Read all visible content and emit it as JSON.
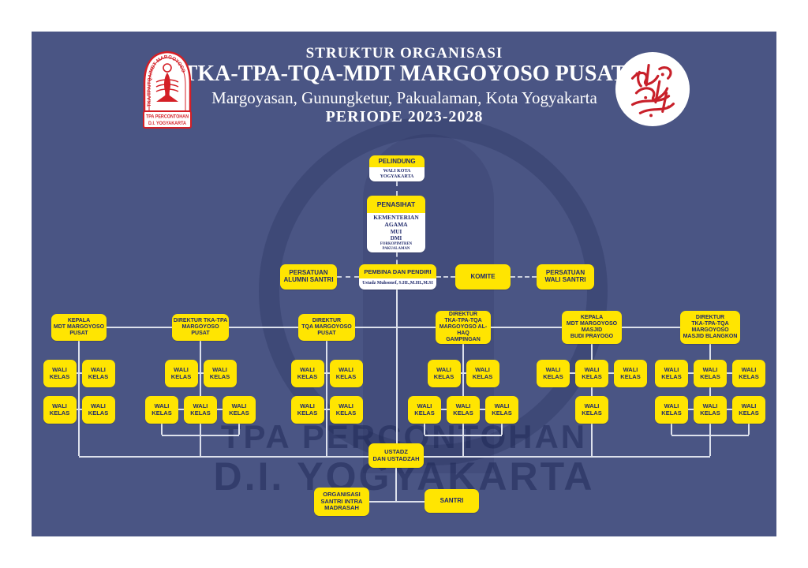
{
  "title_block": {
    "line1": "STRUKTUR ORGANISASI",
    "line2": "TKA-TPA-TQA-MDT MARGOYOSO PUSAT",
    "line3": "Margoyasan, Gunungketur, Pakualaman, Kota Yogyakarta",
    "line4": "PERIODE 2023-2028"
  },
  "logo_left": {
    "arc_text": "TKA/TPA/TQA/MDT MARGOYOSO",
    "banner_line1": "TPA PERCONTOHAN",
    "banner_line2": "D.I. YOGYAKARTA"
  },
  "watermark": {
    "line1": "TPA PERCONTOHAN",
    "line2": "D.I. YOGYAKARTA"
  },
  "org": {
    "pelindung": {
      "title": "PELINDUNG",
      "body": "WALI KOTA YOGYAKARTA"
    },
    "penasihat": {
      "title": "PENASIHAT",
      "lines": [
        "KEMENTERIAN AGAMA",
        "MUI",
        "DMI",
        "FORKOPIMTREN PAKUALAMAN"
      ]
    },
    "alumni": {
      "label": "PERSATUAN\nALUMNI SANTRI"
    },
    "pembina": {
      "title": "PEMBINA DAN PENDIRI",
      "body": "Ustadz Muhsonef, S.HI.,M.HI.,M.SI"
    },
    "komite": {
      "label": "KOMITE"
    },
    "wali_santri": {
      "label": "PERSATUAN\nWALI SANTRI"
    },
    "directors": [
      {
        "label": "KEPALA\nMDT MARGOYOSO\nPUSAT"
      },
      {
        "label": "DIREKTUR TKA-TPA\nMARGOYOSO\nPUSAT"
      },
      {
        "label": "DIREKTUR\nTQA MARGOYOSO\nPUSAT"
      },
      {
        "label": "DIREKTUR\nTKA-TPA-TQA\nMARGOYOSO AL-HAQ\nGAMPINGAN"
      },
      {
        "label": "KEPALA\nMDT MARGOYOSO\nMASJID\nBUDI PRAYOGO"
      },
      {
        "label": "DIREKTUR\nTKA-TPA-TQA\nMARGOYOSO\nMASJID BLANGKON"
      }
    ],
    "wali_kelas_label": "WALI\nKELAS",
    "wali_kelas_groups": [
      {
        "top_row": 2,
        "bottom_row": 2
      },
      {
        "top_row": 2,
        "bottom_row": 3
      },
      {
        "top_row": 2,
        "bottom_row": 2
      },
      {
        "top_row": 2,
        "bottom_row": 3
      },
      {
        "top_row": 3,
        "bottom_row": 1
      },
      {
        "top_row": 3,
        "bottom_row": 3
      }
    ],
    "ustadz": {
      "label": "USTADZ\nDAN USTADZAH"
    },
    "osim": {
      "label": "ORGANISASI\nSANTRI INTRA\nMADRASAH"
    },
    "santri": {
      "label": "SANTRI"
    }
  },
  "colors": {
    "panel": "#4a5584",
    "box_yellow": "#ffe501",
    "text_navy": "#202a6b",
    "logo_red": "#d41f26",
    "line": "#dde1ec"
  }
}
